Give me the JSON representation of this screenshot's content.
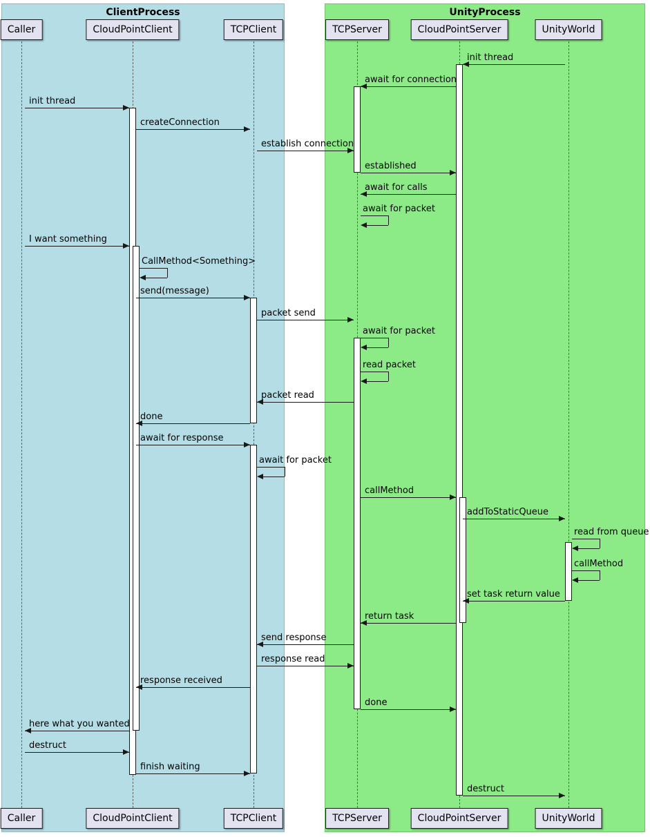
{
  "diagram": {
    "type": "sequence-diagram",
    "processes": [
      {
        "name": "ClientProcess",
        "bg": "#B5DDE6",
        "participants": [
          "Caller",
          "CloudPointClient",
          "TCPClient"
        ]
      },
      {
        "name": "UnityProcess",
        "bg": "#8DEB87",
        "participants": [
          "TCPServer",
          "CloudPointServer",
          "UnityWorld"
        ]
      }
    ],
    "colors": {
      "participant_bg": "#E2E2F0",
      "line": "#181818",
      "activation_bg": "#FFFFFF"
    },
    "messages": [
      {
        "from": "UnityWorld",
        "to": "CloudPointServer",
        "label": "init thread"
      },
      {
        "from": "CloudPointServer",
        "to": "TCPServer",
        "label": "await for connection"
      },
      {
        "from": "Caller",
        "to": "CloudPointClient",
        "label": "init thread"
      },
      {
        "from": "CloudPointClient",
        "to": "TCPClient",
        "label": "createConnection"
      },
      {
        "from": "TCPClient",
        "to": "TCPServer",
        "label": "establish connection"
      },
      {
        "from": "TCPServer",
        "to": "CloudPointServer",
        "label": "established"
      },
      {
        "from": "CloudPointServer",
        "to": "TCPServer",
        "label": "await for calls"
      },
      {
        "from": "TCPServer",
        "to": "TCPServer",
        "label": "await for packet",
        "self": true
      },
      {
        "from": "Caller",
        "to": "CloudPointClient",
        "label": "I want something"
      },
      {
        "from": "CloudPointClient",
        "to": "CloudPointClient",
        "label": "CallMethod<Something>",
        "self": true
      },
      {
        "from": "CloudPointClient",
        "to": "TCPClient",
        "label": "send(message)"
      },
      {
        "from": "TCPClient",
        "to": "TCPServer",
        "label": "packet send"
      },
      {
        "from": "TCPServer",
        "to": "TCPServer",
        "label": "await for packet",
        "self": true
      },
      {
        "from": "TCPServer",
        "to": "TCPServer",
        "label": "read packet",
        "self": true
      },
      {
        "from": "TCPServer",
        "to": "TCPClient",
        "label": "packet read"
      },
      {
        "from": "TCPClient",
        "to": "CloudPointClient",
        "label": "done"
      },
      {
        "from": "CloudPointClient",
        "to": "TCPClient",
        "label": "await for response"
      },
      {
        "from": "TCPClient",
        "to": "TCPClient",
        "label": "await for packet",
        "self": true
      },
      {
        "from": "TCPServer",
        "to": "CloudPointServer",
        "label": "callMethod"
      },
      {
        "from": "CloudPointServer",
        "to": "UnityWorld",
        "label": "addToStaticQueue"
      },
      {
        "from": "UnityWorld",
        "to": "UnityWorld",
        "label": "read from queue",
        "self": true
      },
      {
        "from": "UnityWorld",
        "to": "UnityWorld",
        "label": "callMethod",
        "self": true
      },
      {
        "from": "UnityWorld",
        "to": "CloudPointServer",
        "label": "set task return value"
      },
      {
        "from": "CloudPointServer",
        "to": "TCPServer",
        "label": "return task"
      },
      {
        "from": "TCPServer",
        "to": "TCPClient",
        "label": "send response"
      },
      {
        "from": "TCPClient",
        "to": "TCPServer",
        "label": "response read"
      },
      {
        "from": "TCPClient",
        "to": "CloudPointClient",
        "label": "response received"
      },
      {
        "from": "TCPServer",
        "to": "CloudPointServer",
        "label": "done"
      },
      {
        "from": "CloudPointClient",
        "to": "Caller",
        "label": "here what you wanted"
      },
      {
        "from": "Caller",
        "to": "CloudPointClient",
        "label": "destruct"
      },
      {
        "from": "CloudPointClient",
        "to": "TCPClient",
        "label": "finish waiting"
      },
      {
        "from": "CloudPointServer",
        "to": "UnityWorld",
        "label": "destruct"
      }
    ]
  }
}
